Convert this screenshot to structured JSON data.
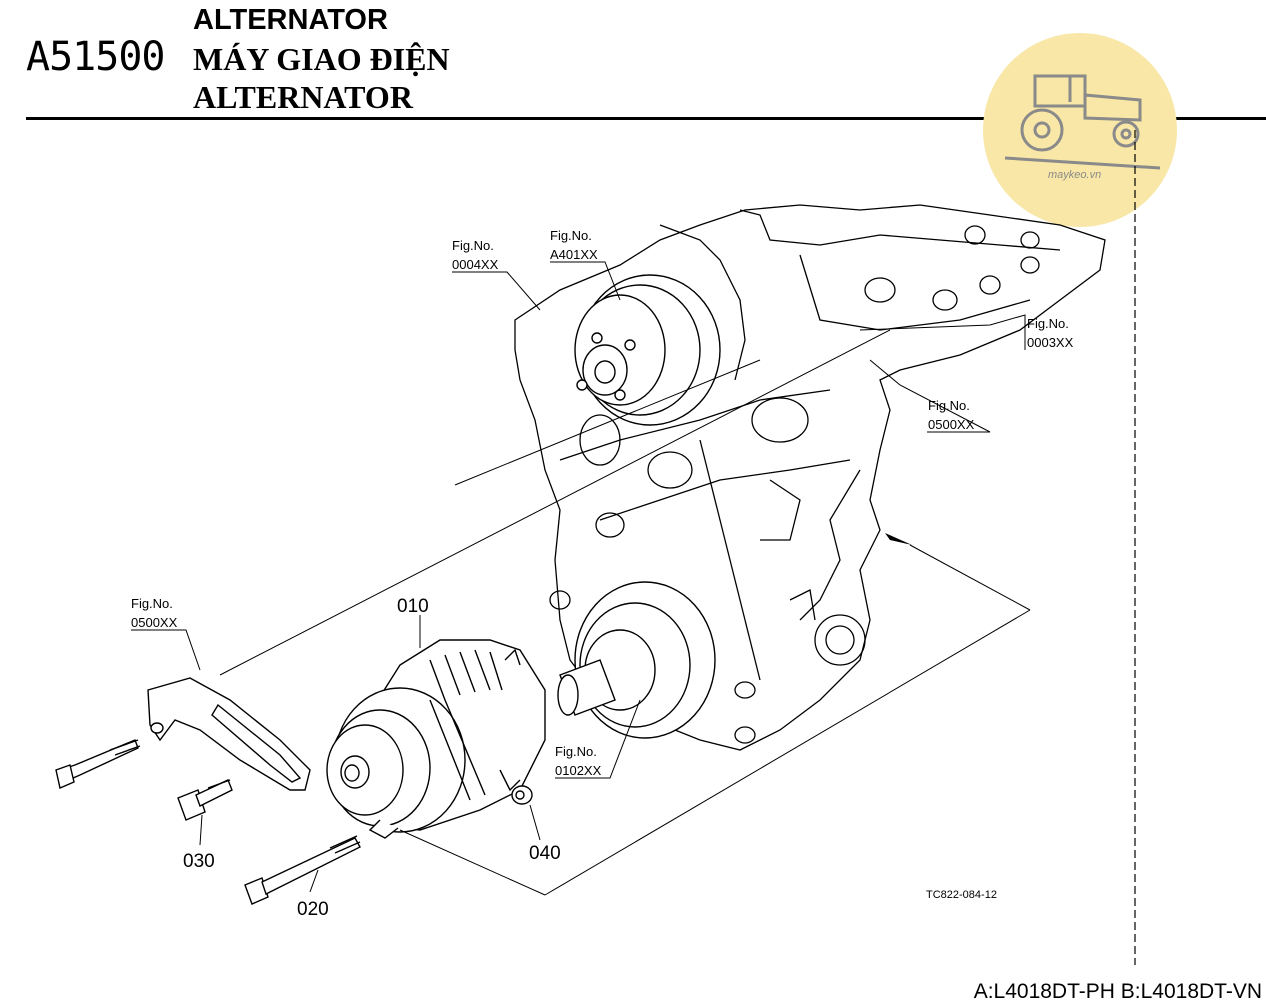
{
  "header": {
    "code": "A51500",
    "title_en": "ALTERNATOR",
    "title_vi": "MÁY GIAO ĐIỆN",
    "title_en2": "ALTERNATOR"
  },
  "watermark": {
    "text": "maykeo.vn",
    "icon": "tractor-icon",
    "color": "#f8e7a6"
  },
  "figure_refs": [
    {
      "label": "Fig.No.",
      "code": "0004XX"
    },
    {
      "label": "Fig.No.",
      "code": "A401XX"
    },
    {
      "label": "Fig.No.",
      "code": "0003XX"
    },
    {
      "label": "Fig.No.",
      "code": "0500XX"
    },
    {
      "label": "Fig.No.",
      "code": "0500XX"
    },
    {
      "label": "Fig.No.",
      "code": "0102XX"
    }
  ],
  "parts": [
    "010",
    "020",
    "030",
    "040"
  ],
  "drawing_code": "TC822-084-12",
  "models": "A:L4018DT-PH B:L4018DT-VN"
}
